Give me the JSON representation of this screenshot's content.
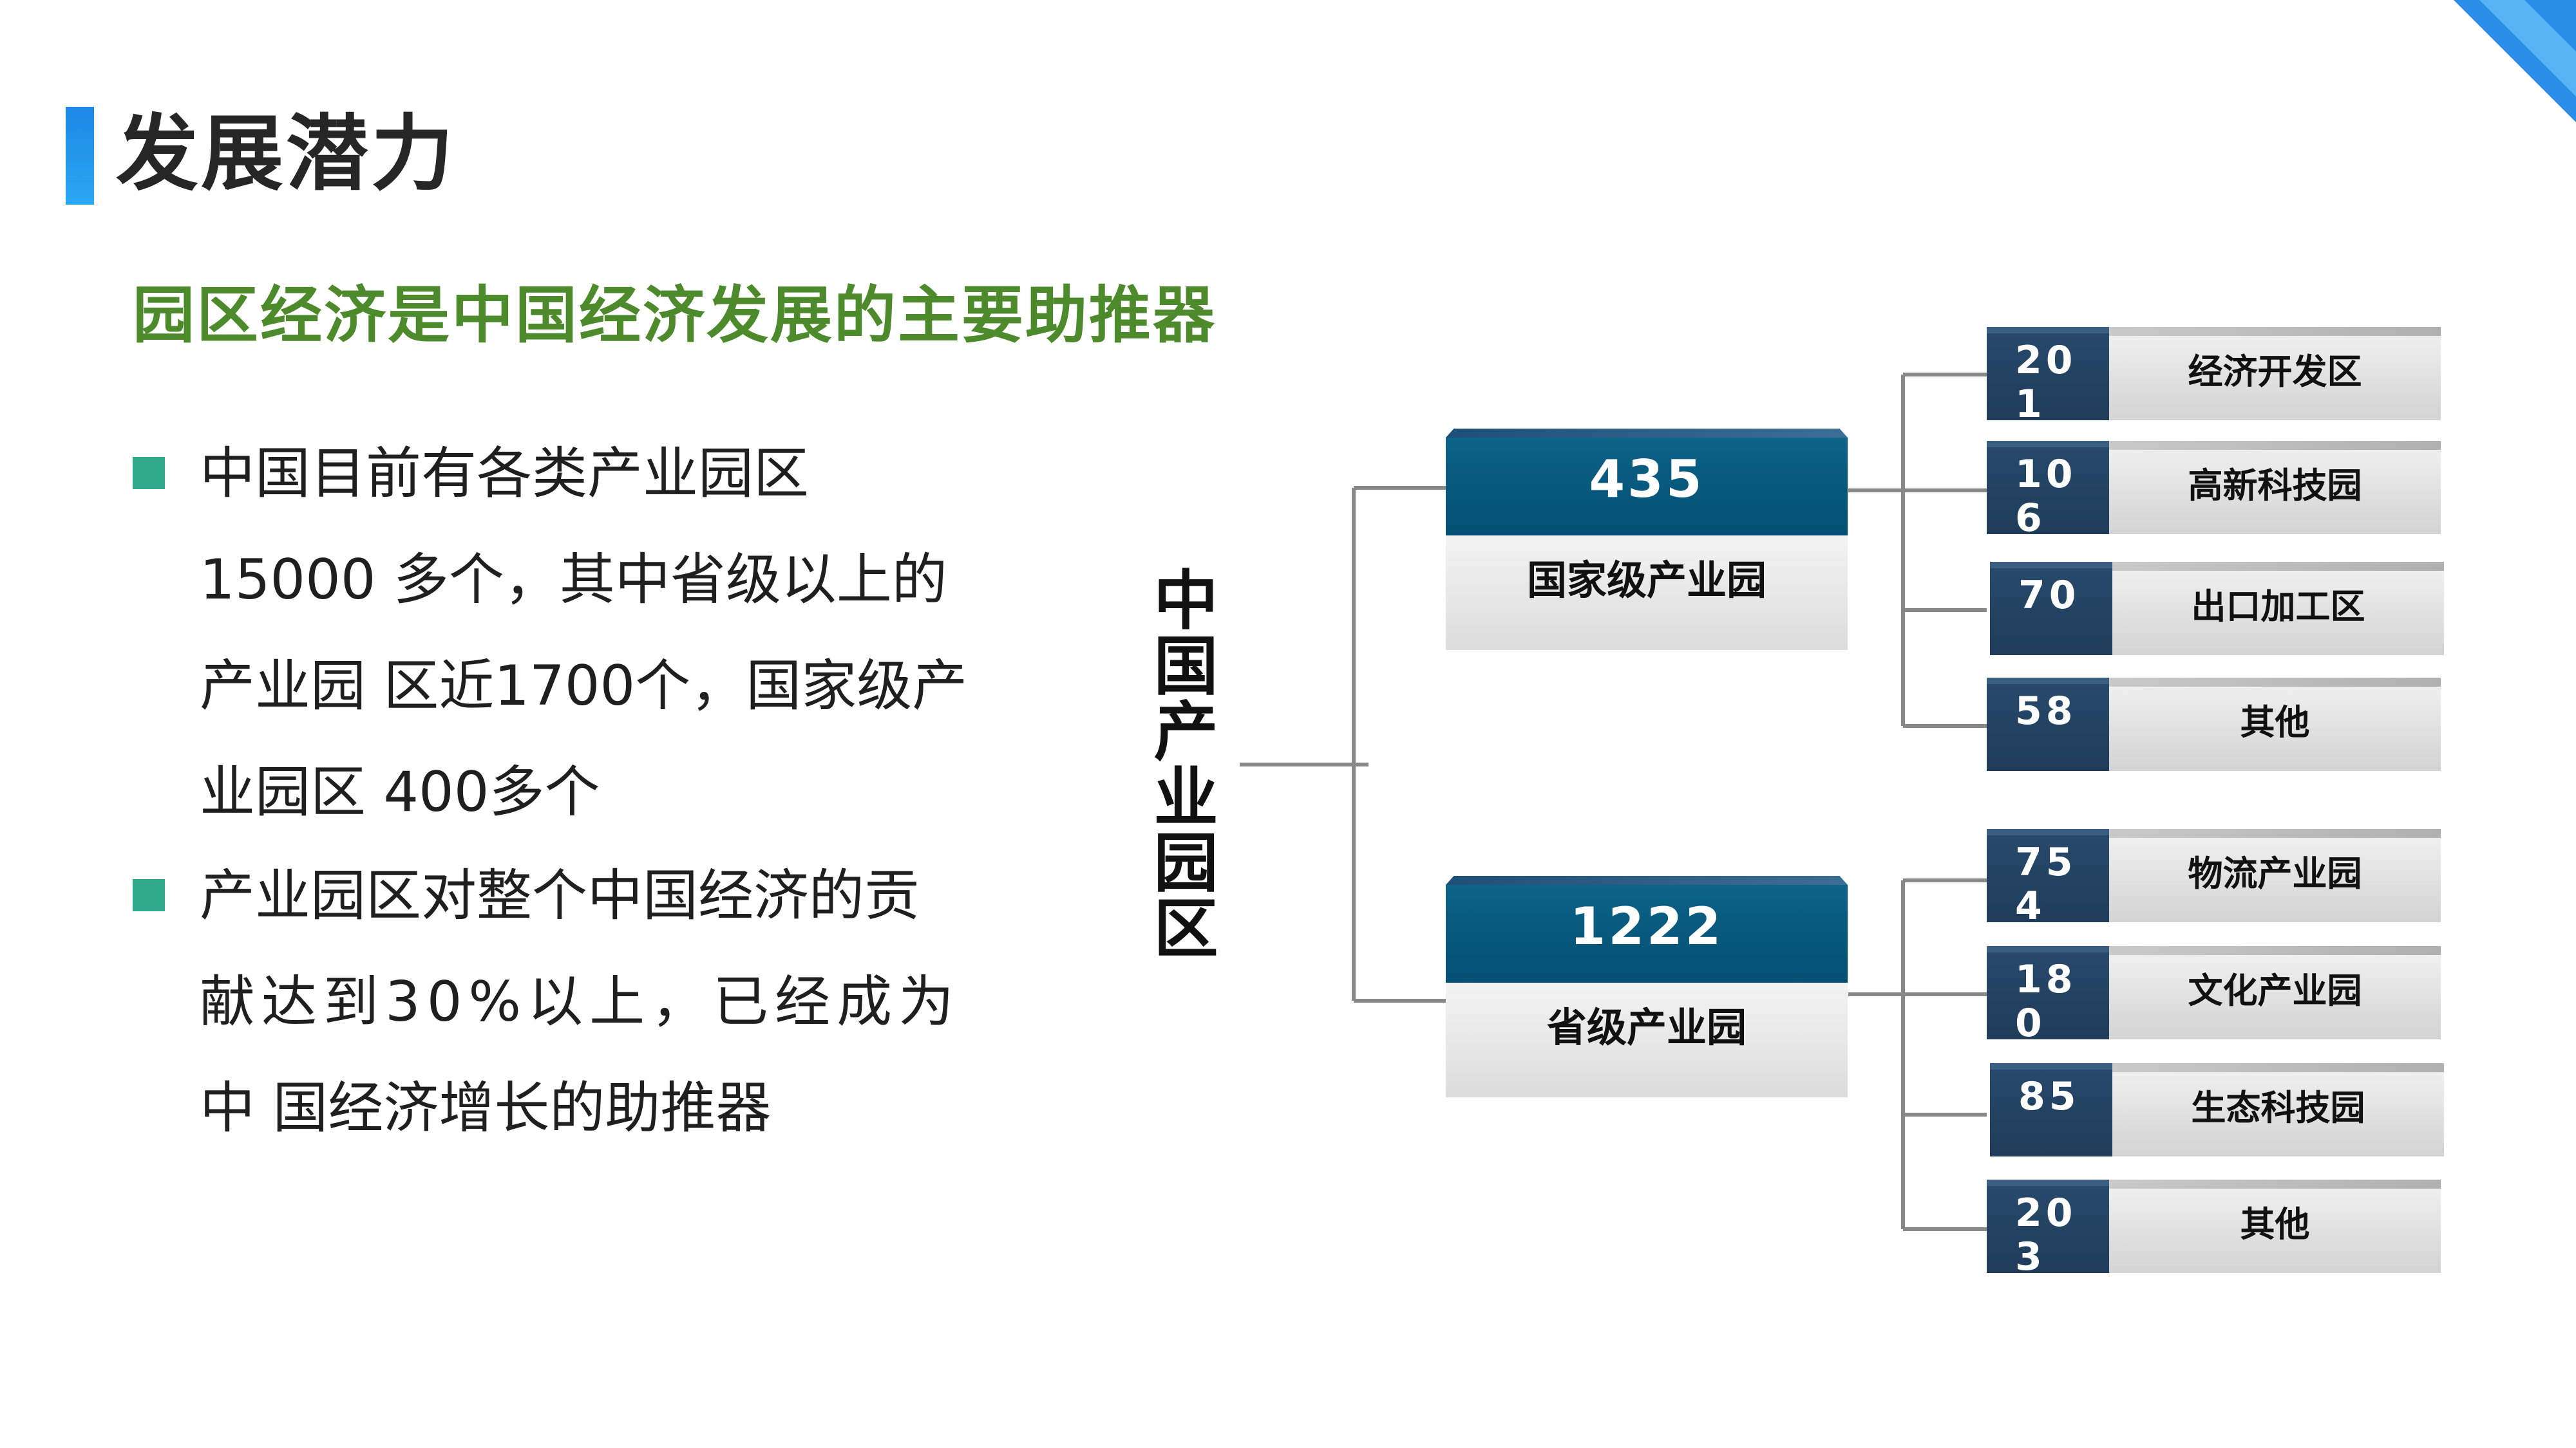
{
  "header": {
    "title": "发展潜力"
  },
  "subtitle": "园区经济是中国经济发展的主要助推器",
  "bullets": [
    {
      "lines": [
        "中国目前有各类产业园区",
        "15000 多个，其中省级以上的",
        "产业园 区近1700个，国家级产",
        "业园区 400多个"
      ]
    },
    {
      "lines": [
        "产业园区对整个中国经济的贡",
        "献达到30%以上，已经成为",
        "中 国经济增长的助推器"
      ]
    }
  ],
  "diagram": {
    "root": "中国产业园区",
    "groups": [
      {
        "count": "435",
        "label": "国家级产业园",
        "children": [
          {
            "value": "201",
            "label": "经济开发区"
          },
          {
            "value": "106",
            "label": "高新科技园"
          },
          {
            "value": "70",
            "label": "出口加工区"
          },
          {
            "value": "58",
            "label": "其他"
          }
        ]
      },
      {
        "count": "1222",
        "label": "省级产业园",
        "children": [
          {
            "value": "754",
            "label": "物流产业园"
          },
          {
            "value": "180",
            "label": "文化产业园"
          },
          {
            "value": "85",
            "label": "生态科技园"
          },
          {
            "value": "203",
            "label": "其他"
          }
        ]
      }
    ]
  },
  "colors": {
    "accent_blue": "#1e88e5",
    "subtitle_green": "#4c8a2b",
    "bullet_teal": "#2ea98c",
    "main_box_dark": "#035073",
    "sub_box_navy": "#1f3c5a"
  }
}
